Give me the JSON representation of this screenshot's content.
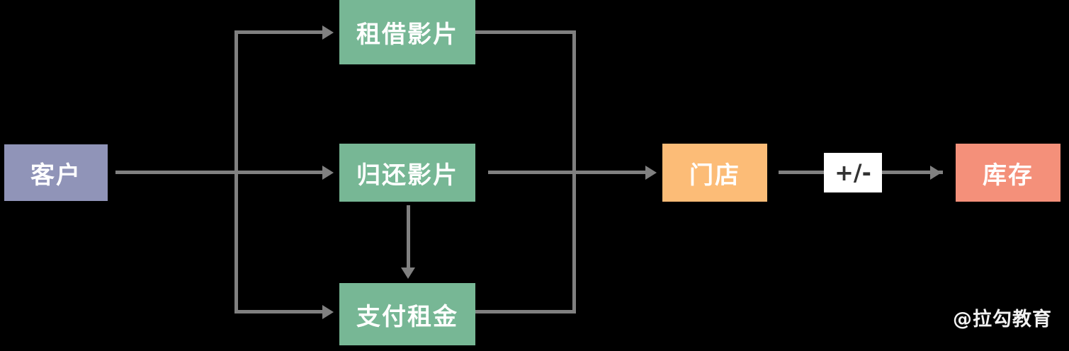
{
  "diagram": {
    "type": "flow-diagram",
    "background_color": "#000000",
    "connector_color": "#808080",
    "title_watermark": "@拉勾教育",
    "nodes": [
      {
        "id": "customer",
        "label": "客户",
        "color": "#9094b8",
        "role": "actor"
      },
      {
        "id": "rent",
        "label": "租借影片",
        "color": "#77b795",
        "role": "process"
      },
      {
        "id": "return",
        "label": "归还影片",
        "color": "#77b795",
        "role": "process"
      },
      {
        "id": "pay",
        "label": "支付租金",
        "color": "#77b795",
        "role": "process"
      },
      {
        "id": "store",
        "label": "门店",
        "color": "#fcbc77",
        "role": "entity"
      },
      {
        "id": "plusminus",
        "label": "+/-",
        "color": "#ffffff",
        "role": "operator"
      },
      {
        "id": "stock",
        "label": "库存",
        "color": "#f4907a",
        "role": "entity"
      }
    ],
    "edges": [
      {
        "from": "customer",
        "to": "rent",
        "style": "orthogonal",
        "arrow": true
      },
      {
        "from": "customer",
        "to": "return",
        "style": "straight",
        "arrow": true
      },
      {
        "from": "customer",
        "to": "pay",
        "style": "orthogonal",
        "arrow": true
      },
      {
        "from": "return",
        "to": "pay",
        "style": "vertical",
        "arrow": true
      },
      {
        "from": "rent",
        "to": "store",
        "style": "orthogonal",
        "arrow": true
      },
      {
        "from": "return",
        "to": "store",
        "style": "straight",
        "arrow": true
      },
      {
        "from": "pay",
        "to": "store",
        "style": "orthogonal",
        "arrow": true
      },
      {
        "from": "store",
        "to": "stock",
        "style": "straight",
        "arrow": true,
        "label": "+/-"
      }
    ]
  }
}
